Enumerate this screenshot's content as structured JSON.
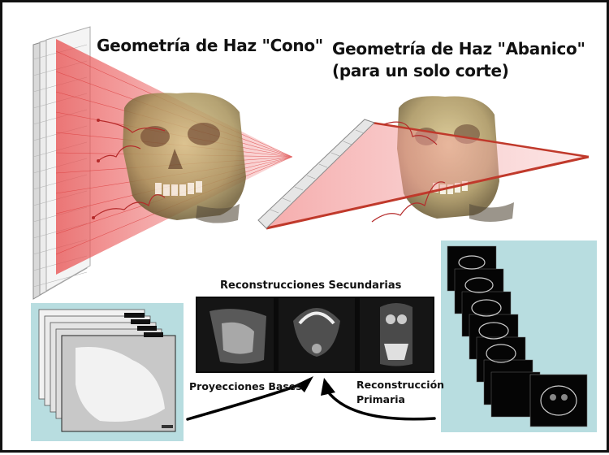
{
  "titles": {
    "cone": "Geometría de Haz \"Cono\"",
    "fan_line1": "Geometría de Haz \"Abanico\"",
    "fan_line2": "(para un solo corte)"
  },
  "labels": {
    "secondary_reconstructions": "Reconstrucciones Secundarias",
    "base_projections": "Proyecciones Bases",
    "primary_line1": "Reconstrucción",
    "primary_line2": "Primaria"
  },
  "colors": {
    "beam": "#e24a4a",
    "panel_bg": "#b8dde0",
    "skull": "#c9b377",
    "detector": "#e6e6e6"
  }
}
